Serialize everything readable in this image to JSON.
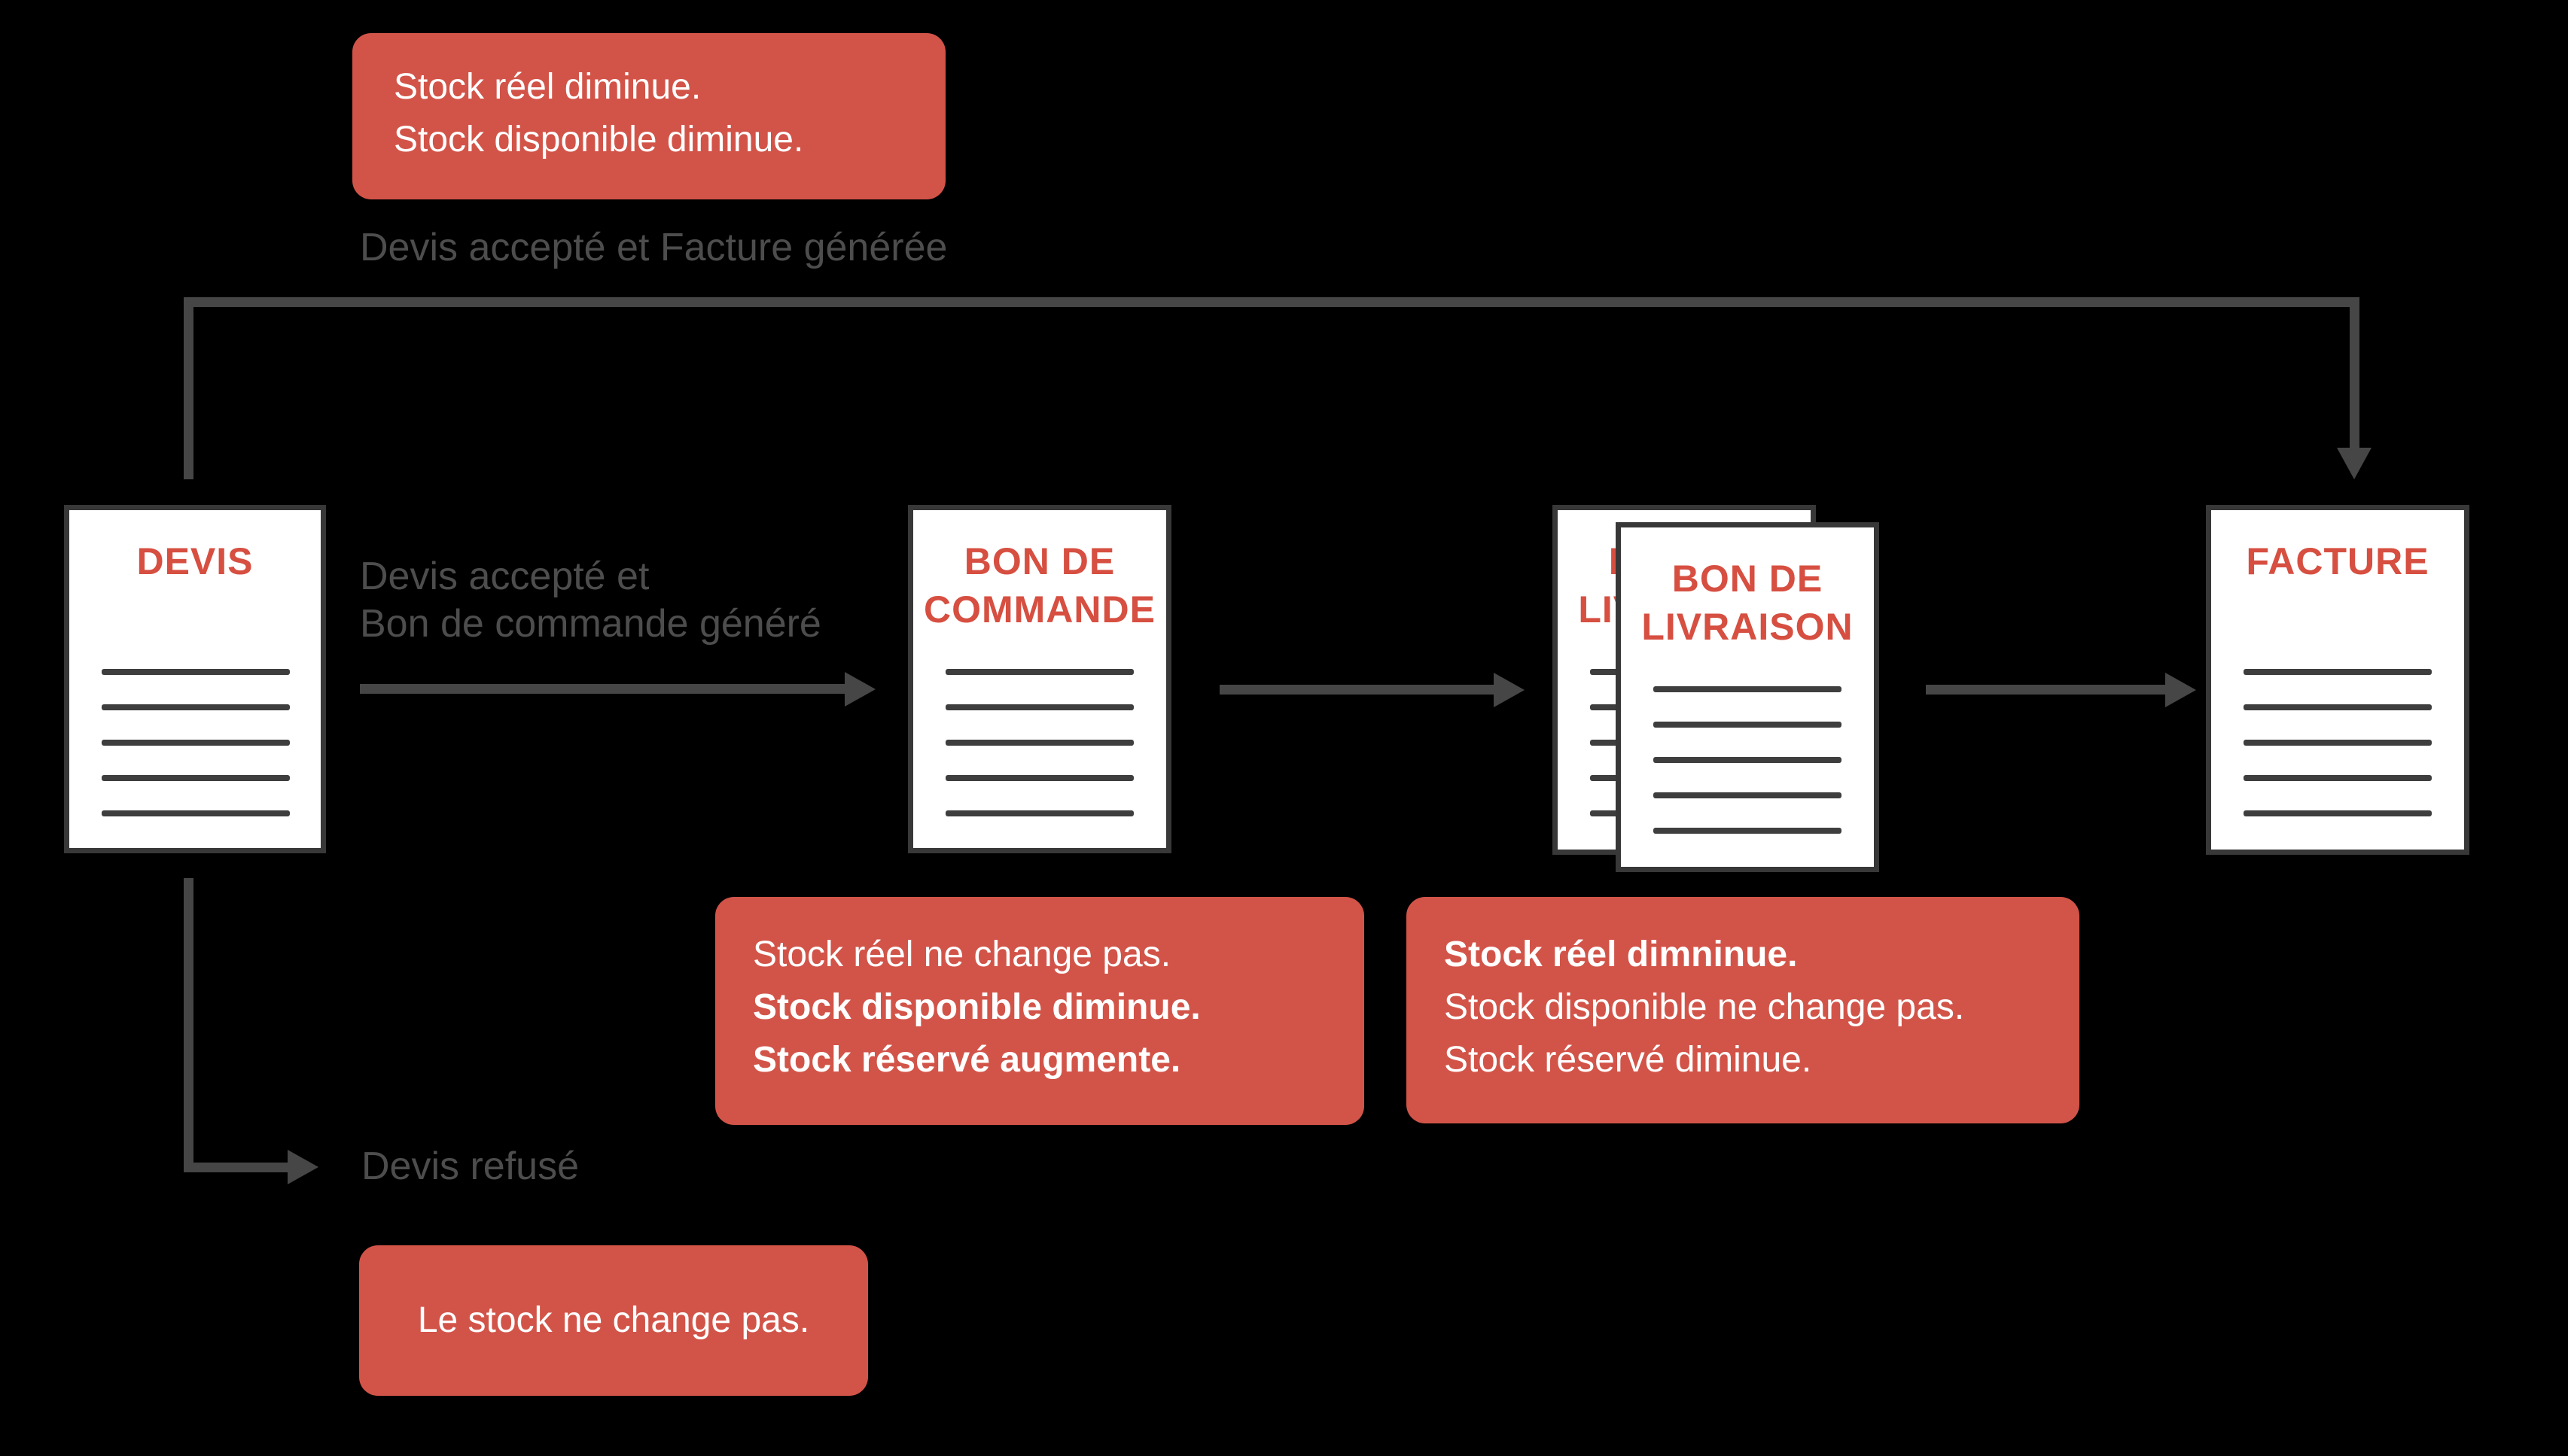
{
  "colors": {
    "background": "#000000",
    "note_red": "#d25449",
    "title_red": "#d64f41",
    "note_text": "#ffffff",
    "label_gray": "#4d4d4d",
    "arrow_gray": "#464646",
    "doc_border": "#383838",
    "doc_line": "#3e3e3e",
    "doc_bg": "#ffffff"
  },
  "documents": {
    "devis": {
      "title": "DEVIS"
    },
    "bon_de_commande": {
      "title_line1": "BON DE",
      "title_line2": "COMMANDE"
    },
    "bon_de_livraison": {
      "title_line1": "BON DE",
      "title_line2": "LIVRAISON"
    },
    "facture": {
      "title": "FACTURE"
    }
  },
  "edge_labels": {
    "accepted_invoice": "Devis accepté et Facture générée",
    "accepted_order_line1": "Devis accepté et",
    "accepted_order_line2": "Bon de commande généré",
    "refused": "Devis refusé"
  },
  "notes": {
    "invoice_path": {
      "line1": "Stock réel diminue.",
      "line2": "Stock disponible diminue."
    },
    "order_path": {
      "line1": "Stock réel ne change pas.",
      "line2": "Stock disponible diminue.",
      "line3": "Stock réservé augmente."
    },
    "delivery_path": {
      "line1": "Stock réel dimninue.",
      "line2": "Stock disponible ne change pas.",
      "line3": "Stock réservé diminue."
    },
    "refused_path": {
      "line1": "Le stock ne change pas."
    }
  }
}
